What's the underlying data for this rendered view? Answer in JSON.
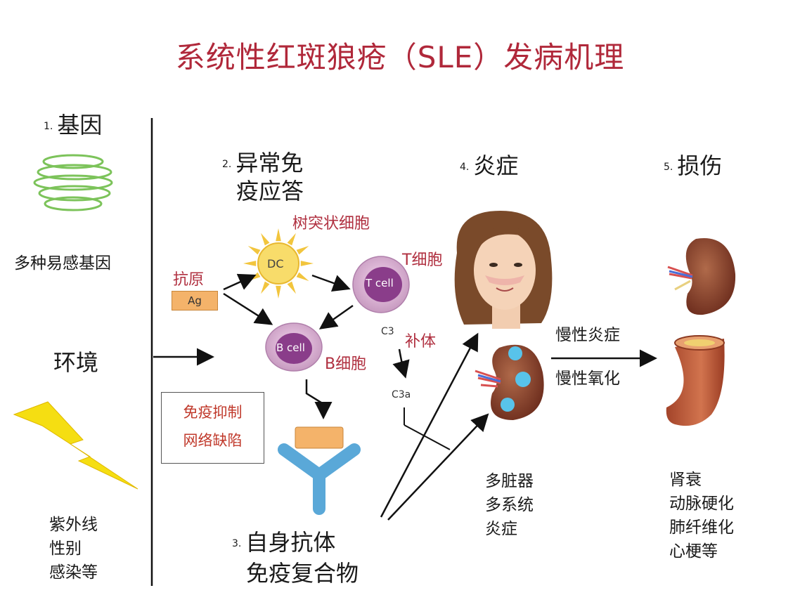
{
  "title": "系统性红斑狼疮（SLE）发病机理",
  "sections": {
    "gene": {
      "num": "1.",
      "label": "基因",
      "desc": "多种易感基因"
    },
    "environment": {
      "label": "环境",
      "factors": [
        "紫外线",
        "性别",
        "感染等"
      ]
    },
    "immune": {
      "num": "2.",
      "label_line1": "异常免",
      "label_line2": "疫应答"
    },
    "autoantibody": {
      "num": "3.",
      "label_line1": "自身抗体",
      "label_line2": "免疫复合物"
    },
    "inflammation": {
      "num": "4.",
      "label": "炎症"
    },
    "damage": {
      "num": "5.",
      "label": "损伤"
    }
  },
  "cells": {
    "dc": {
      "abbr": "DC",
      "name": "树突状细胞"
    },
    "t": {
      "abbr": "T cell",
      "name": "T细胞"
    },
    "b": {
      "abbr": "B cell",
      "name": "B细胞"
    }
  },
  "antigen": {
    "label": "抗原",
    "abbr": "Ag"
  },
  "complement": {
    "c3": "C3",
    "label": "补体",
    "c3a": "C3a"
  },
  "suppression": {
    "line1": "免疫抑制",
    "line2": "网络缺陷"
  },
  "multi_organ": [
    "多脏器",
    "多系统",
    "炎症"
  ],
  "chronic": {
    "line1": "慢性炎症",
    "line2": "慢性氧化"
  },
  "damage_list": [
    "肾衰",
    "动脉硬化",
    "肺纤维化",
    "心梗等"
  ],
  "colors": {
    "title": "#b0283a",
    "label_red": "#b03040",
    "cell_purple": "#8a3d8a",
    "sun_yellow": "#f2c53d"
  }
}
